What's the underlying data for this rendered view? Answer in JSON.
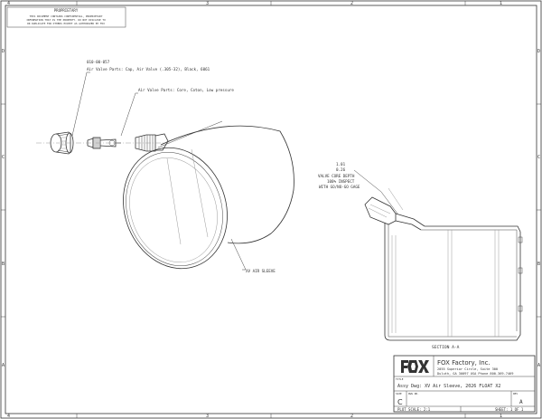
{
  "proprietary": {
    "title": "PROPRIETARY",
    "lines": [
      "THIS DOCUMENT CONTAINS CONFIDENTIAL, PROPRIETARY",
      "INFORMATION THAT IS THE PROPERTY. DO NOT DISCLOSE TO",
      "OR DUPLICATE FOR OTHERS EXCEPT AS AUTHORIZED BY FOX"
    ]
  },
  "border": {
    "top_cols": [
      "4",
      "3",
      "2",
      "1"
    ],
    "bottom_cols": [
      "4",
      "3",
      "2",
      "1"
    ],
    "left_rows": [
      "D",
      "C",
      "B",
      "A"
    ],
    "right_rows": [
      "D",
      "C",
      "B",
      "A"
    ]
  },
  "callouts": {
    "part_number": "010-00-057",
    "cap_label": "Air Valve Parts: Cap, Air Valve (.305-32), Black, 6061",
    "core_label": "Air Valve Parts: Core, Coton, Low pressure",
    "sleeve_label": "XV AIR SLEEVE"
  },
  "dimension": {
    "value1": "1.01",
    "value2": "0.26",
    "text_lines": [
      "VALVE CORE DEPTH",
      "100% INSPECT",
      "WITH GO/NO-GO GAGE"
    ]
  },
  "section_label": "SECTION A-A",
  "title_block": {
    "company": "FOX Factory, Inc.",
    "address_lines": [
      "2055 Superior Circle, Suite 300",
      "Duluth, GA 30097 USA Phone 800-369-7469"
    ],
    "title_caption": "TITLE",
    "title": "Assy Dwg: XV Air Sleeve, 2026 FLOAT X2",
    "size_caption": "SIZE",
    "size": "C",
    "dwg_caption": "DWG NO.",
    "rev_caption": "REV",
    "rev": "A",
    "scale": "PLOT SCALE: 2:1",
    "sheet": "SHEET: 1 OF 1"
  }
}
